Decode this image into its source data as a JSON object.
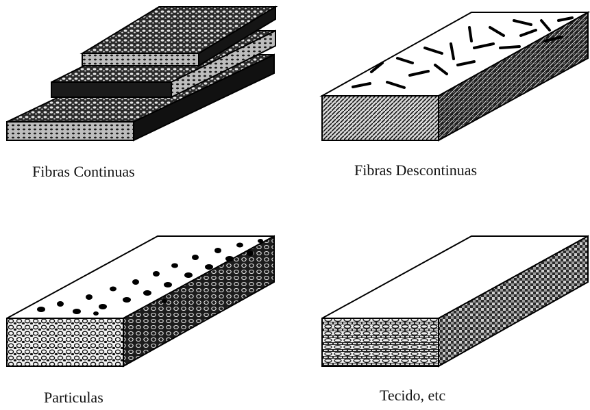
{
  "figure": {
    "panels": [
      {
        "caption": "Fibras Continuas",
        "icon": "continuous-fiber-laminate-icon"
      },
      {
        "caption": "Fibras Descontinuas",
        "icon": "discontinuous-fiber-composite-icon"
      },
      {
        "caption": "Particulas",
        "icon": "particle-composite-icon"
      },
      {
        "caption": "Tecido, etc",
        "icon": "woven-fabric-composite-icon"
      }
    ]
  }
}
